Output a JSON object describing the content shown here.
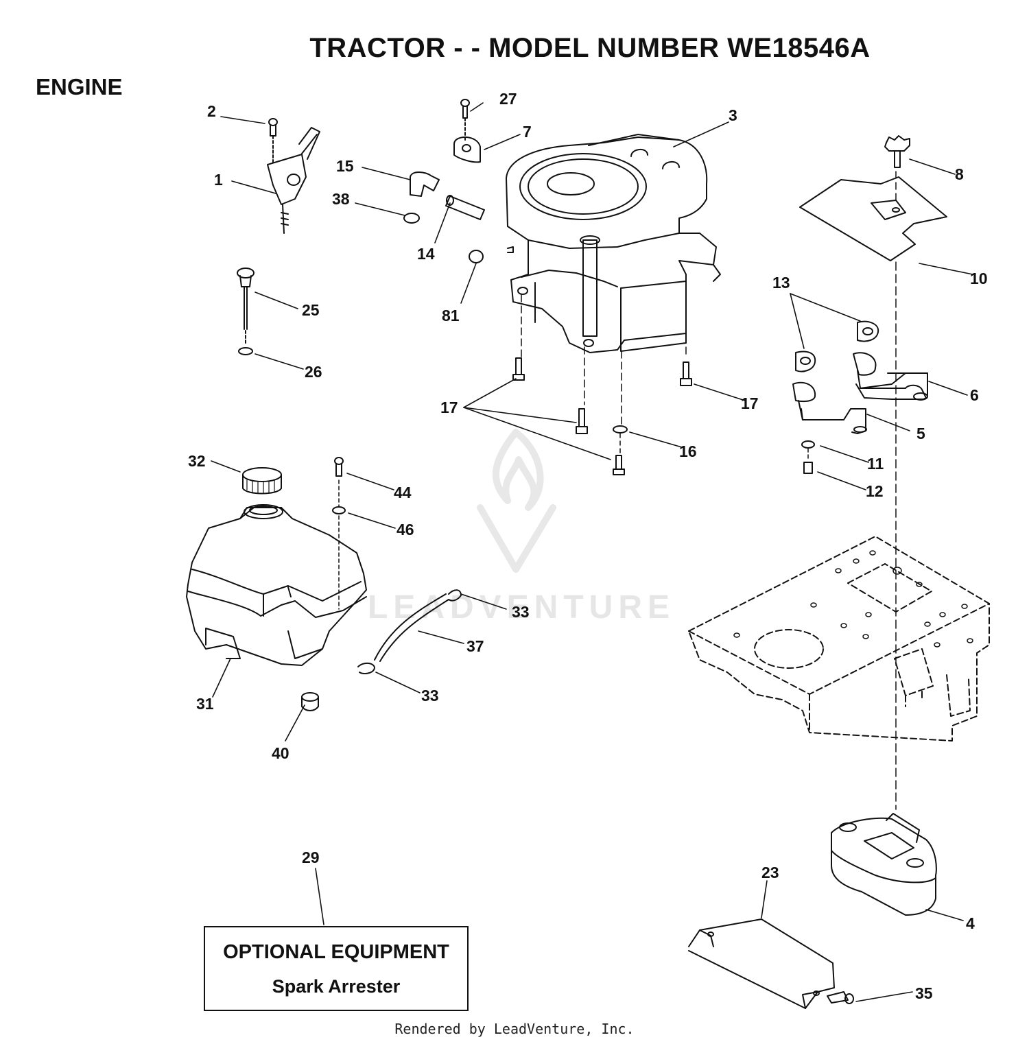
{
  "header": {
    "title": "TRACTOR - - MODEL NUMBER WE18546A",
    "section": "ENGINE"
  },
  "optional_equipment": {
    "heading": "OPTIONAL EQUIPMENT",
    "item": "Spark Arrester"
  },
  "footer": {
    "text": "Rendered by LeadVenture, Inc."
  },
  "watermark": {
    "text": "LEADVENTURE"
  },
  "colors": {
    "ink": "#111111",
    "watermark": "#e6e6e6",
    "background": "#ffffff"
  },
  "callouts": {
    "c1": "1",
    "c2": "2",
    "c3": "3",
    "c4": "4",
    "c5": "5",
    "c6": "6",
    "c7": "7",
    "c8": "8",
    "c10": "10",
    "c11": "11",
    "c12": "12",
    "c13": "13",
    "c14": "14",
    "c15": "15",
    "c16": "16",
    "c17a": "17",
    "c17b": "17",
    "c23": "23",
    "c25": "25",
    "c26": "26",
    "c27": "27",
    "c29": "29",
    "c31": "31",
    "c32": "32",
    "c33a": "33",
    "c33b": "33",
    "c35": "35",
    "c37": "37",
    "c38": "38",
    "c40": "40",
    "c44": "44",
    "c46": "46",
    "c81": "81"
  }
}
